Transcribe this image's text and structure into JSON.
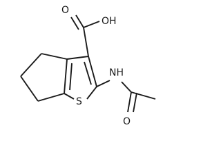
{
  "molecule": {
    "atoms": {
      "oxygen_carbonyl": "O",
      "hydroxyl": "OH",
      "amine": "NH",
      "sulfur": "S",
      "oxygen_amide": "O"
    }
  }
}
